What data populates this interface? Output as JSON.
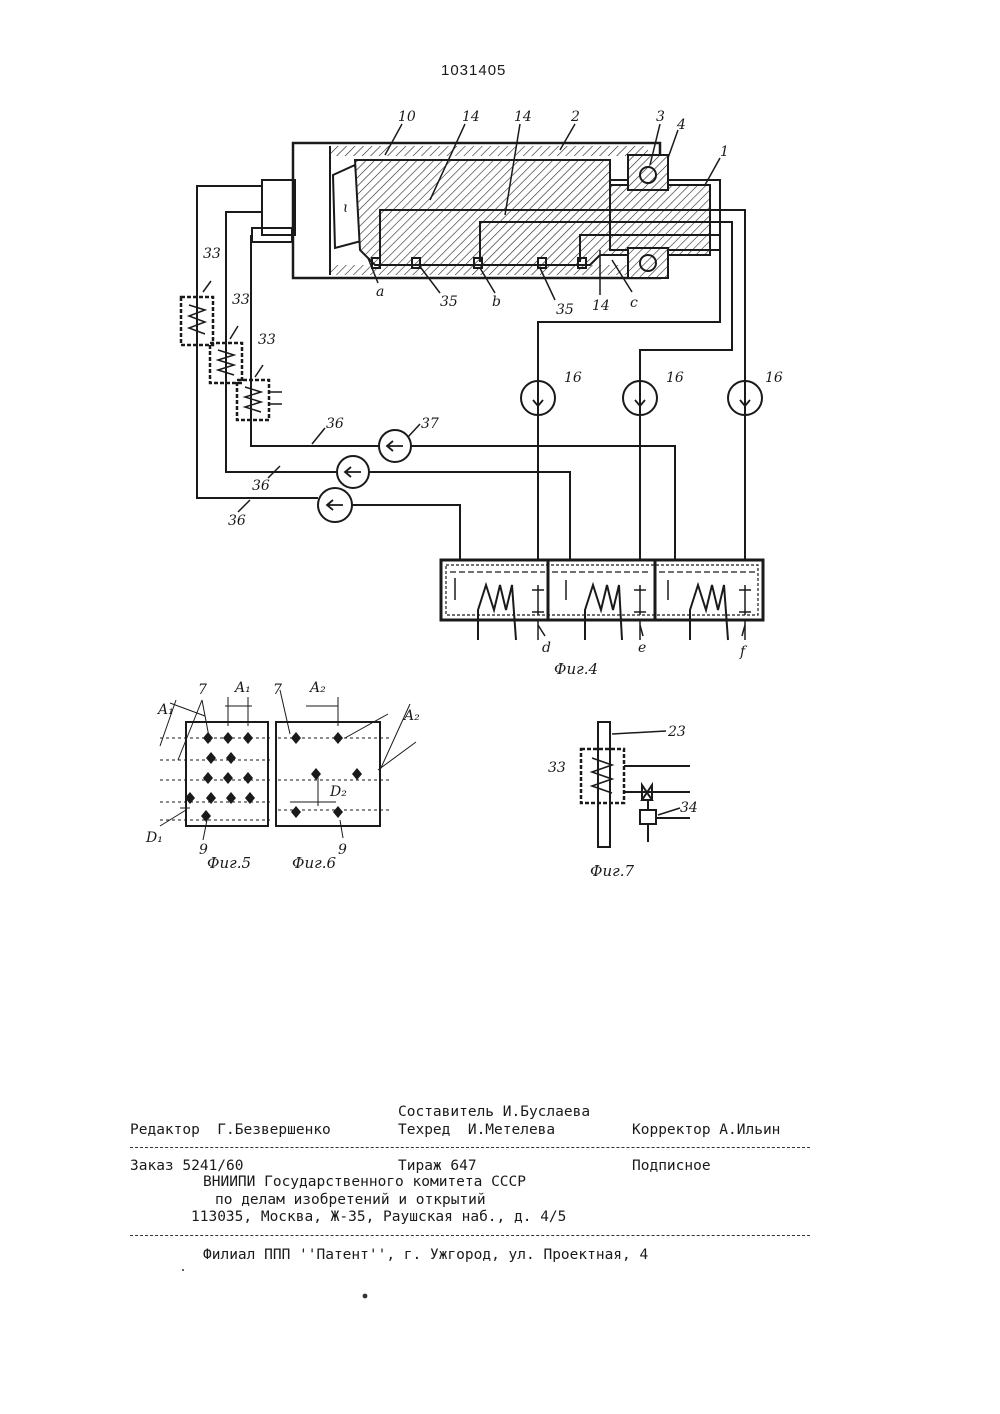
{
  "header": {
    "patent_number": "1031405"
  },
  "figure4": {
    "caption": "Фиг.4",
    "labels": {
      "l1": "1",
      "l2": "2",
      "l3": "3",
      "l4": "4",
      "l10": "10",
      "l14a": "14",
      "l14b": "14",
      "l14c": "14",
      "la": "a",
      "lb": "b",
      "lc": "c",
      "l35a": "35",
      "l35b": "35",
      "l33a": "33",
      "l33b": "33",
      "l33c": "33",
      "l16a": "16",
      "l16b": "16",
      "l16c": "16",
      "l36a": "36",
      "l36b": "36",
      "l36c": "36",
      "l37": "37",
      "ld": "d",
      "le": "e",
      "lf": "f"
    }
  },
  "figure5": {
    "caption": "Фиг.5",
    "labels": {
      "seven": "7",
      "A1": "A₁",
      "A1b": "A₁",
      "D1": "D₁",
      "nine": "9"
    }
  },
  "figure6": {
    "caption": "Фиг.6",
    "labels": {
      "seven": "7",
      "A2": "A₂",
      "A2b": "A₂",
      "D2": "D₂",
      "nine": "9"
    }
  },
  "figure7": {
    "caption": "Фиг.7",
    "labels": {
      "l23": "23",
      "l33": "33",
      "l34": "34"
    }
  },
  "imprint": {
    "compiler": "Составитель И.Буслаева",
    "editor": "Редактор  Г.Безвершенко",
    "techred": "Техред  И.Метелева",
    "corrector": "Корректор А.Ильин",
    "order": "Заказ 5241/60",
    "circulation": "Тираж 647",
    "subscription": "Подписное",
    "org_line1": "ВНИИПИ Государственного комитета СССР",
    "org_line2": "по делам изобретений и открытий",
    "address": "113035, Москва, Ж-35, Раушская наб., д. 4/5",
    "branch": "Филиал ППП ''Патент'', г. Ужгород, ул. Проектная, 4"
  }
}
